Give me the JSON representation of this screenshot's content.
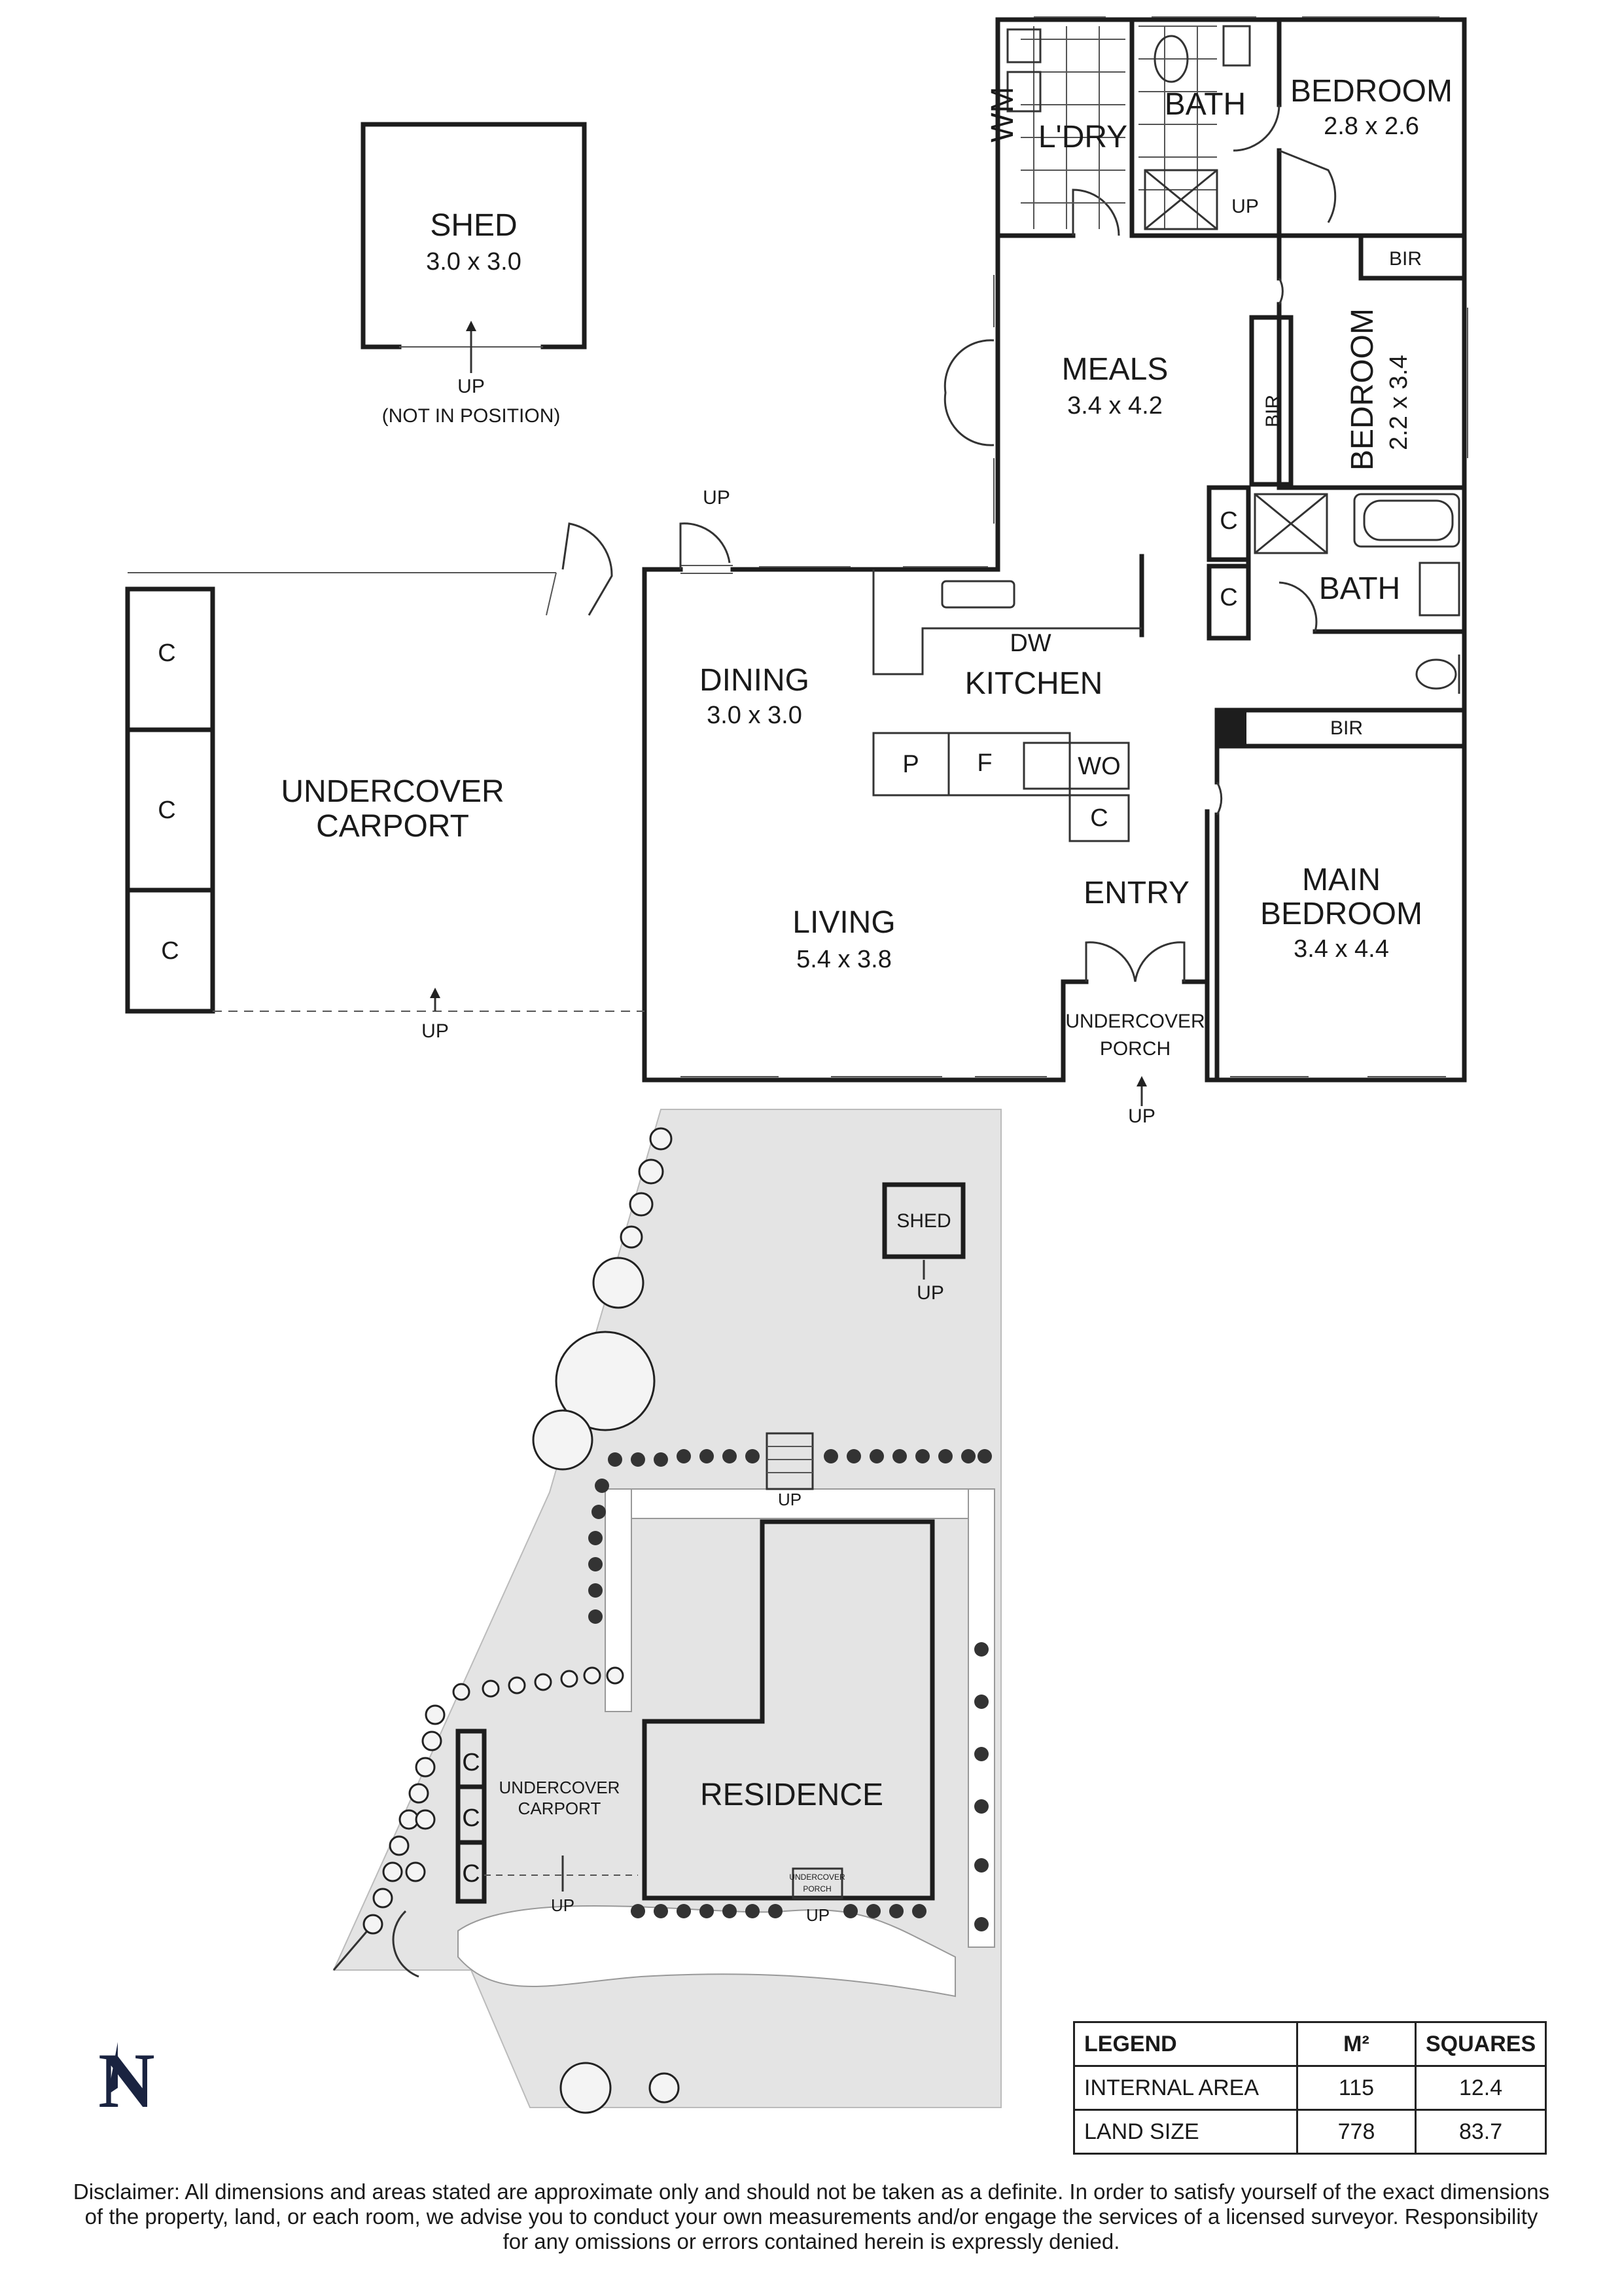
{
  "rooms": {
    "shed_title": "SHED",
    "shed_dim": "3.0 x 3.0",
    "shed_up": "UP",
    "shed_note": "(NOT IN POSITION)",
    "laundry": "L'DRY",
    "laundry_wm": "WM",
    "bath1": "BATH",
    "bath1_up": "UP",
    "bedroom1": "BEDROOM",
    "bedroom1_dim": "2.8 x 2.6",
    "bir1": "BIR",
    "meals": "MEALS",
    "meals_dim": "3.4 x 4.2",
    "bir2": "BIR",
    "bedroom2": "BEDROOM",
    "bedroom2_dim": "2.2 x 3.4",
    "linen_c1": "C",
    "linen_c2": "C",
    "bath2": "BATH",
    "bir3": "BIR",
    "dining_up": "UP",
    "dining": "DINING",
    "dining_dim": "3.0 x 3.0",
    "kitchen": "KITCHEN",
    "dw": "DW",
    "pantry": "P",
    "fridge": "F",
    "wall_oven": "WO",
    "kitchen_c": "C",
    "entry": "ENTRY",
    "living": "LIVING",
    "living_dim": "5.4 x 3.8",
    "main_bedroom_1": "MAIN",
    "main_bedroom_2": "BEDROOM",
    "main_bedroom_dim": "3.4 x 4.4",
    "porch_1": "UNDERCOVER",
    "porch_2": "PORCH",
    "porch_up": "UP",
    "carport_1": "UNDERCOVER",
    "carport_2": "CARPORT",
    "carport_up": "UP",
    "carport_c1": "C",
    "carport_c2": "C",
    "carport_c3": "C"
  },
  "site": {
    "shed": "SHED",
    "shed_up": "UP",
    "top_up": "UP",
    "residence": "RESIDENCE",
    "carport_1": "UNDERCOVER",
    "carport_2": "CARPORT",
    "carport_up": "UP",
    "porch_1": "UNDERCOVER",
    "porch_2": "PORCH",
    "porch_up": "UP",
    "c1": "C",
    "c2": "C",
    "c3": "C"
  },
  "compass": "N",
  "legend": {
    "headers": [
      "LEGEND",
      "M²",
      "SQUARES"
    ],
    "rows": [
      {
        "label": "INTERNAL AREA",
        "m2": "115",
        "squares": "12.4"
      },
      {
        "label": "LAND SIZE",
        "m2": "778",
        "squares": "83.7"
      }
    ]
  },
  "disclaimer": "Disclaimer: All dimensions and areas stated are approximate only and should not be taken as a definite. In order to satisfy yourself of the exact dimensions of the property, land, or each room, we advise you to conduct your own measurements and/or engage the services of a licensed surveyor. Responsibility for any omissions or errors contained herein is expressly denied.",
  "colors": {
    "wall": "#1d1d1d",
    "lawn": "#e4e4e4",
    "compass": "#1a2340"
  }
}
